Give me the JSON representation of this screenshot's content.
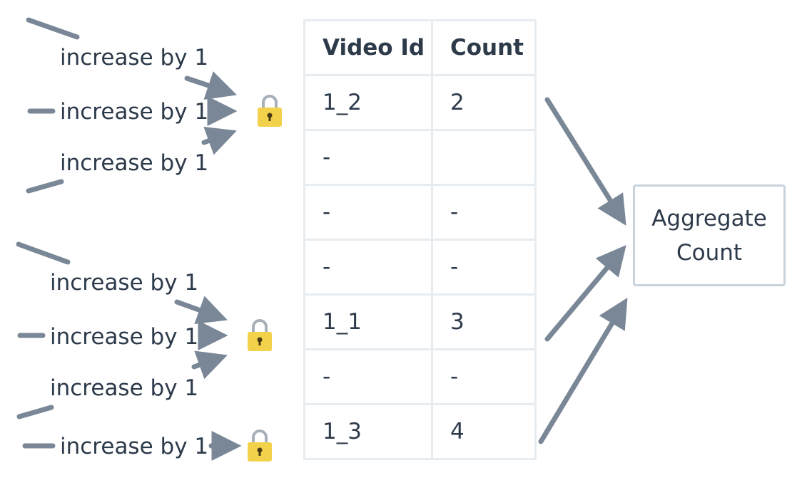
{
  "colors": {
    "arrow": "#7a8796",
    "lock_body": "#f2d14b",
    "lock_shackle": "#a7b0b9",
    "text": "#2d3a4a",
    "border": "#c9d3dc"
  },
  "group1": {
    "labels": [
      "increase by 1",
      "increase by 1",
      "increase by 1"
    ],
    "lock_icon": "padlock-icon"
  },
  "group2": {
    "labels": [
      "increase by 1",
      "increase by 1",
      "increase by 1"
    ],
    "lock_icon": "padlock-icon"
  },
  "group3": {
    "labels": [
      "increase by 1"
    ],
    "lock_icon": "padlock-icon"
  },
  "table": {
    "headers": [
      "Video Id",
      "Count"
    ],
    "rows": [
      [
        "1_2",
        "2"
      ],
      [
        "-",
        ""
      ],
      [
        "-",
        "-"
      ],
      [
        "-",
        "-"
      ],
      [
        "1_1",
        "3"
      ],
      [
        "-",
        "-"
      ],
      [
        "1_3",
        "4"
      ]
    ]
  },
  "aggregate": {
    "line1": "Aggregate",
    "line2": "Count"
  }
}
